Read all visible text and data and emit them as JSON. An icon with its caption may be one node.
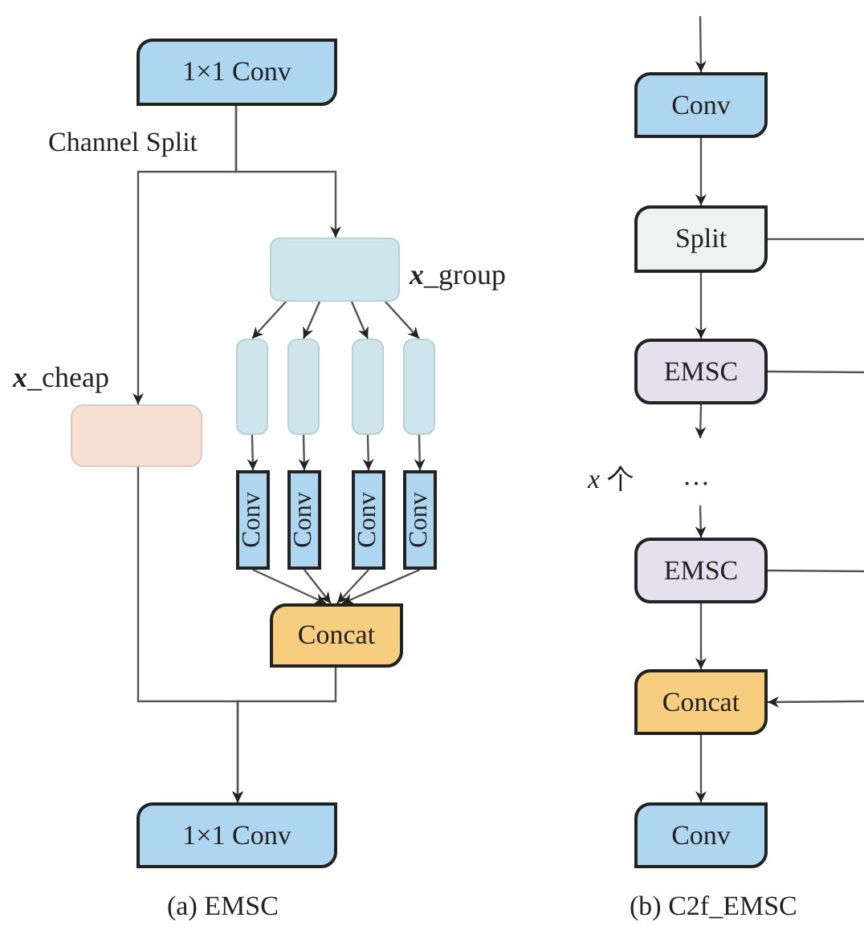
{
  "diagram": {
    "nodes": [
      {
        "text": [
          "1×1 Conv"
        ]
      },
      {
        "text": [],
        "shape": "box",
        "beside": [
          "**x**_group"
        ]
      },
      {
        "text": [],
        "shape": "box",
        "beside": [
          "**x**_cheap"
        ]
      },
      {
        "text": [],
        "shape": "box"
      },
      {
        "text": [],
        "shape": "box"
      },
      {
        "text": [],
        "shape": "box"
      },
      {
        "text": [],
        "shape": "box"
      },
      {
        "text": [
          "Conv"
        ]
      },
      {
        "text": [
          "Conv"
        ]
      },
      {
        "text": [
          "Conv"
        ]
      },
      {
        "text": [
          "Conv"
        ]
      },
      {
        "text": [
          "Concat"
        ]
      },
      {
        "text": [
          "1×1 Conv"
        ]
      },
      {
        "text": [
          "Conv"
        ]
      },
      {
        "text": [
          "Split"
        ]
      },
      {
        "text": [
          "EMSC"
        ]
      },
      {
        "text": [
          "EMSC"
        ]
      },
      {
        "text": [
          "Concat"
        ]
      },
      {
        "text": [
          "Conv"
        ]
      }
    ],
    "edges": [
      {
        "from": 0,
        "to": 1,
        "arrow": "to"
      },
      {
        "from": 0,
        "to": 2,
        "arrow": "to"
      },
      {
        "from": 1,
        "to": 3,
        "arrow": "to"
      },
      {
        "from": 1,
        "to": 4,
        "arrow": "to"
      },
      {
        "from": 1,
        "to": 5,
        "arrow": "to"
      },
      {
        "from": 1,
        "to": 6,
        "arrow": "to"
      },
      {
        "from": 3,
        "to": 7,
        "arrow": "to"
      },
      {
        "from": 4,
        "to": 8,
        "arrow": "to"
      },
      {
        "from": 5,
        "to": 9,
        "arrow": "to"
      },
      {
        "from": 6,
        "to": 10,
        "arrow": "to"
      },
      {
        "from": 7,
        "to": 11,
        "arrow": "to"
      },
      {
        "from": 8,
        "to": 11,
        "arrow": "to"
      },
      {
        "from": 9,
        "to": 11,
        "arrow": "to"
      },
      {
        "from": 10,
        "to": 11,
        "arrow": "to"
      },
      {
        "from": 2,
        "to": 12,
        "arrow": "to"
      },
      {
        "from": 11,
        "to": 12,
        "arrow": "to"
      },
      {
        "from": null,
        "to": 13,
        "arrow": "to"
      },
      {
        "from": 13,
        "to": 14,
        "arrow": "to"
      },
      {
        "from": 14,
        "to": 15,
        "arrow": "to"
      },
      {
        "from": 15,
        "to": null,
        "arrow": "to"
      },
      {
        "from": null,
        "to": 16,
        "arrow": "to"
      },
      {
        "from": 16,
        "to": 17,
        "arrow": "to"
      },
      {
        "from": 17,
        "to": 18,
        "arrow": "to"
      },
      {
        "from": 14,
        "to": null,
        "arrow": "none"
      },
      {
        "from": 15,
        "to": null,
        "arrow": "none"
      },
      {
        "from": 16,
        "to": null,
        "arrow": "none"
      },
      {
        "from": null,
        "to": 17,
        "arrow": "to"
      }
    ],
    "labels": [
      "Channel Split",
      "*x* 个",
      "…",
      "(a) EMSC",
      "(b) C2f_EMSC"
    ]
  }
}
